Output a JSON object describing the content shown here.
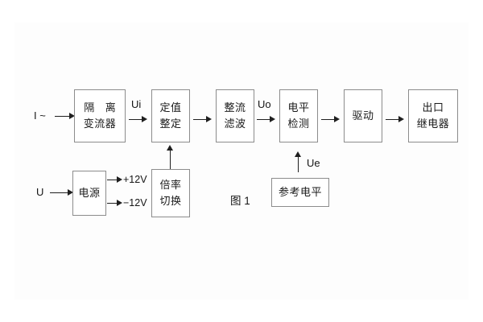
{
  "figure": {
    "caption": "图 1",
    "background": "#ffffff",
    "box_border_color": "#8c8c8c",
    "line_color": "#1f1f1f",
    "text_color": "#1a1a1a"
  },
  "inputs": {
    "current": "I ~",
    "voltage": "U"
  },
  "signals": {
    "ui": "Ui",
    "uo": "Uo",
    "ue": "Ue",
    "pos_rail": "+12V",
    "neg_rail": "−12V"
  },
  "blocks": {
    "isolation": {
      "line1": "隔 离",
      "line2": "变流器"
    },
    "setting": {
      "line1": "定值",
      "line2": "整定"
    },
    "rectify": {
      "line1": "整流",
      "line2": "滤波"
    },
    "level": {
      "line1": "电平",
      "line2": "检测"
    },
    "drive": {
      "line1": "驱动"
    },
    "output": {
      "line1": "出口",
      "line2": "继电器"
    },
    "power": {
      "line1": "电源"
    },
    "multiplier": {
      "line1": "倍率",
      "line2": "切换"
    },
    "reference": {
      "line1": "参考电平"
    }
  }
}
